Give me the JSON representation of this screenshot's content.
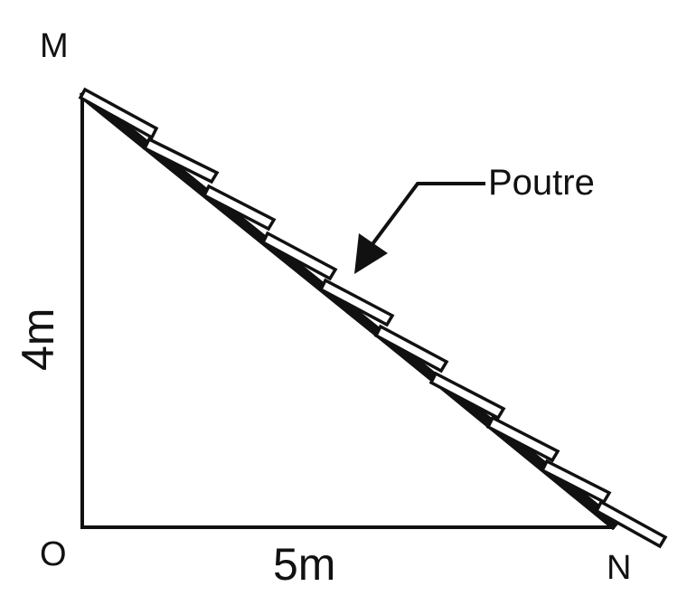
{
  "points": {
    "top": "M",
    "origin": "O",
    "right": "N"
  },
  "dimensions": {
    "vertical": "4m",
    "horizontal": "5m"
  },
  "callout": {
    "label": "Poutre"
  },
  "colors": {
    "stroke": "#111111",
    "background": "#ffffff",
    "tile_fill": "#ffffff"
  }
}
